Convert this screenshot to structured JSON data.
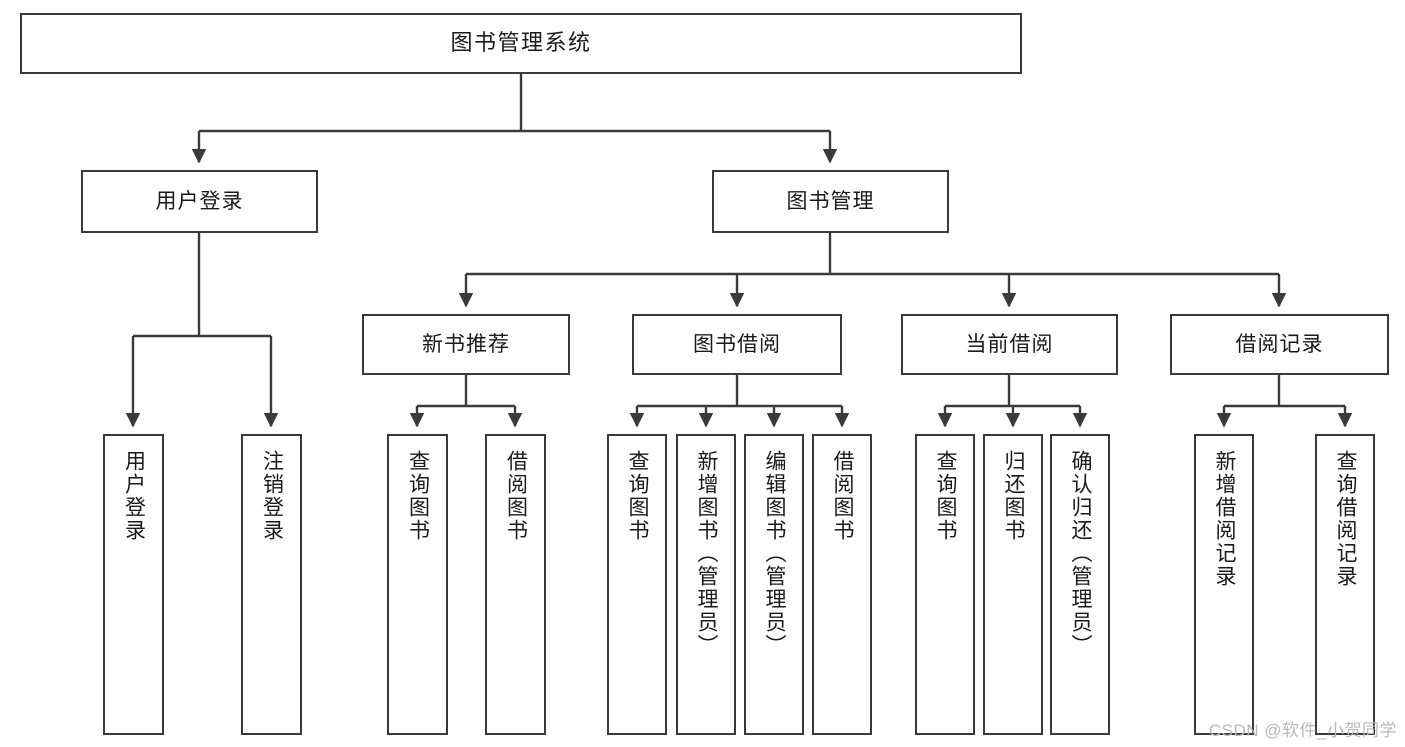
{
  "diagram": {
    "title": "图书管理系统",
    "type": "tree-hierarchy-chart",
    "colors": {
      "box_border": "#3a3a3a",
      "box_fill": "#ffffff",
      "edge": "#3a3a3a",
      "text": "#1a1a1a",
      "watermark": "#b9b9b9",
      "background": "#ffffff"
    },
    "watermark": "CSDN @软件_小贺同学",
    "nodes": {
      "root": {
        "label": "图书管理系统"
      },
      "level1": [
        {
          "id": "user-login",
          "label": "用户登录"
        },
        {
          "id": "book-manage",
          "label": "图书管理"
        }
      ],
      "level2": [
        {
          "id": "new-book-recommend",
          "label": "新书推荐"
        },
        {
          "id": "book-borrow",
          "label": "图书借阅"
        },
        {
          "id": "current-borrow",
          "label": "当前借阅"
        },
        {
          "id": "borrow-record",
          "label": "借阅记录"
        }
      ],
      "leaves": {
        "user-login": [
          {
            "id": "leaf-user-login",
            "label": "用户登录"
          },
          {
            "id": "leaf-logout-login",
            "label": "注销登录"
          }
        ],
        "new-book-recommend": [
          {
            "id": "leaf-query-book-1",
            "label": "查询图书"
          },
          {
            "id": "leaf-borrow-book-1",
            "label": "借阅图书"
          }
        ],
        "book-borrow": [
          {
            "id": "leaf-query-book-2",
            "label": "查询图书"
          },
          {
            "id": "leaf-add-book",
            "label": "新增图书（管理员）"
          },
          {
            "id": "leaf-edit-book",
            "label": "编辑图书（管理员）"
          },
          {
            "id": "leaf-borrow-book-2",
            "label": "借阅图书"
          }
        ],
        "current-borrow": [
          {
            "id": "leaf-query-book-3",
            "label": "查询图书"
          },
          {
            "id": "leaf-return-book",
            "label": "归还图书"
          },
          {
            "id": "leaf-confirm-return",
            "label": "确认归还（管理员）"
          }
        ],
        "borrow-record": [
          {
            "id": "leaf-add-record",
            "label": "新增借阅记录"
          },
          {
            "id": "leaf-query-record",
            "label": "查询借阅记录"
          }
        ]
      }
    }
  }
}
